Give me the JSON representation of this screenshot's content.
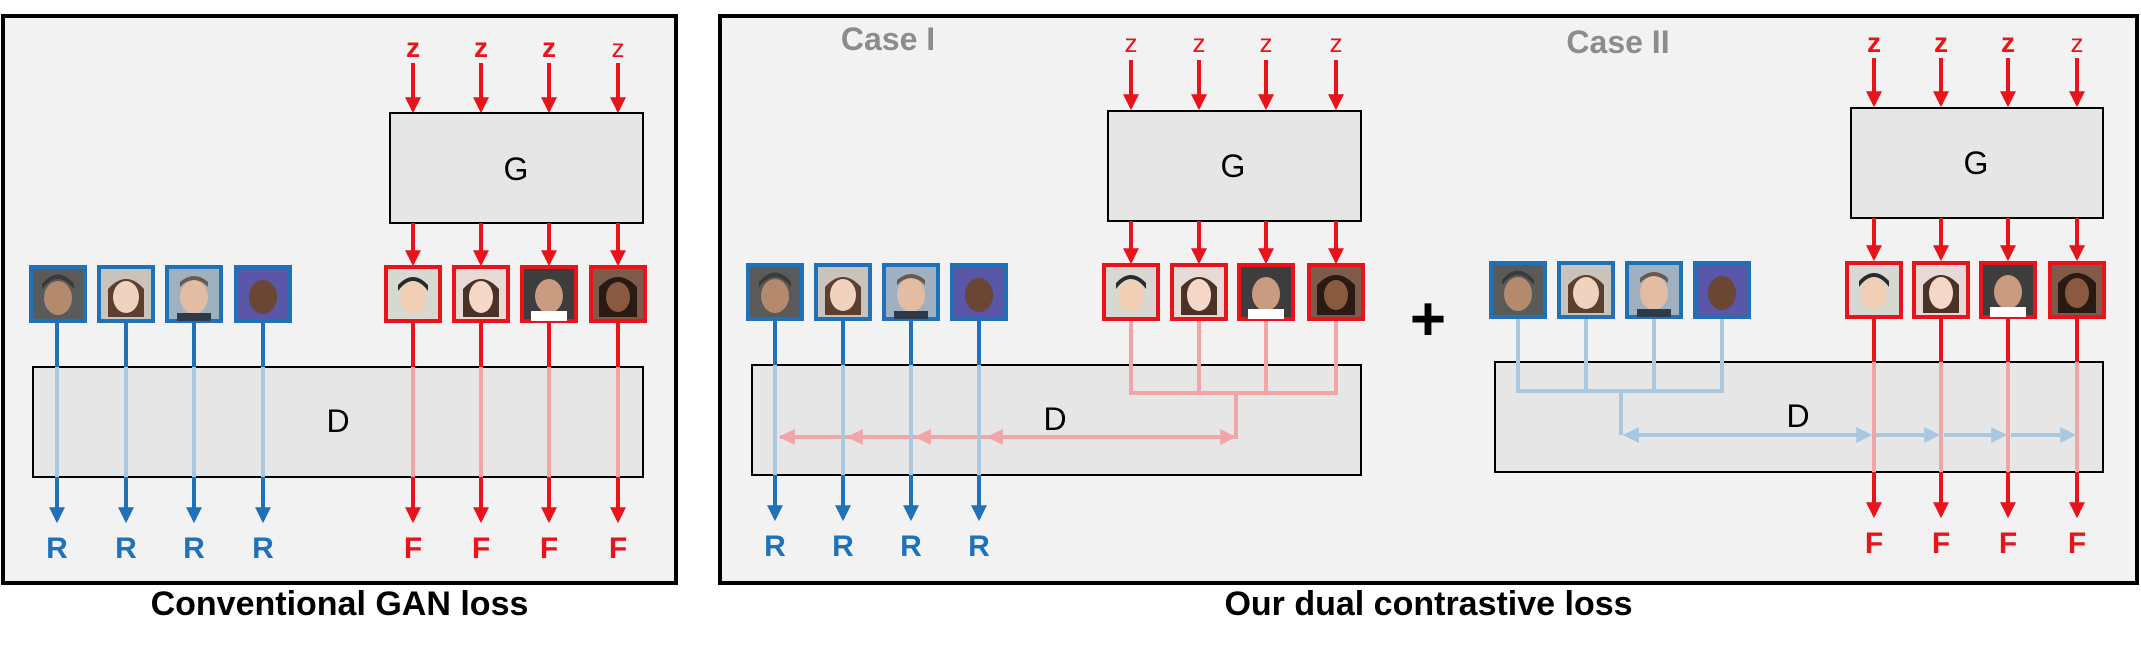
{
  "panels": {
    "left": {
      "caption": "Conventional GAN loss",
      "generator_label": "G",
      "discriminator_label": "D",
      "noise_labels": [
        "z",
        "z",
        "z",
        "z"
      ],
      "real_outputs": [
        "R",
        "R",
        "R",
        "R"
      ],
      "fake_outputs": [
        "F",
        "F",
        "F",
        "F"
      ]
    },
    "right": {
      "caption": "Our dual contrastive loss",
      "combine_symbol": "+",
      "case1": {
        "title": "Case I",
        "generator_label": "G",
        "discriminator_label": "D",
        "noise_labels": [
          "z",
          "z",
          "z",
          "z"
        ],
        "real_outputs": [
          "R",
          "R",
          "R",
          "R"
        ]
      },
      "case2": {
        "title": "Case II",
        "generator_label": "G",
        "discriminator_label": "D",
        "noise_labels": [
          "z",
          "z",
          "z",
          "z"
        ],
        "fake_outputs": [
          "F",
          "F",
          "F",
          "F"
        ]
      }
    }
  },
  "colors": {
    "real": "#1f72b8",
    "real_light": "#a9c8e0",
    "fake": "#e8131b",
    "fake_light": "#f0a6a6",
    "box_fill": "#e6e6e6",
    "panel_fill": "#f2f2f2",
    "case_title": "#8c8c8c"
  },
  "icons": {
    "real_images": [
      "face-photo-icon",
      "face-photo-icon",
      "face-photo-icon",
      "face-photo-icon"
    ],
    "fake_images": [
      "face-photo-icon",
      "face-photo-icon",
      "face-photo-icon",
      "face-photo-icon"
    ]
  }
}
